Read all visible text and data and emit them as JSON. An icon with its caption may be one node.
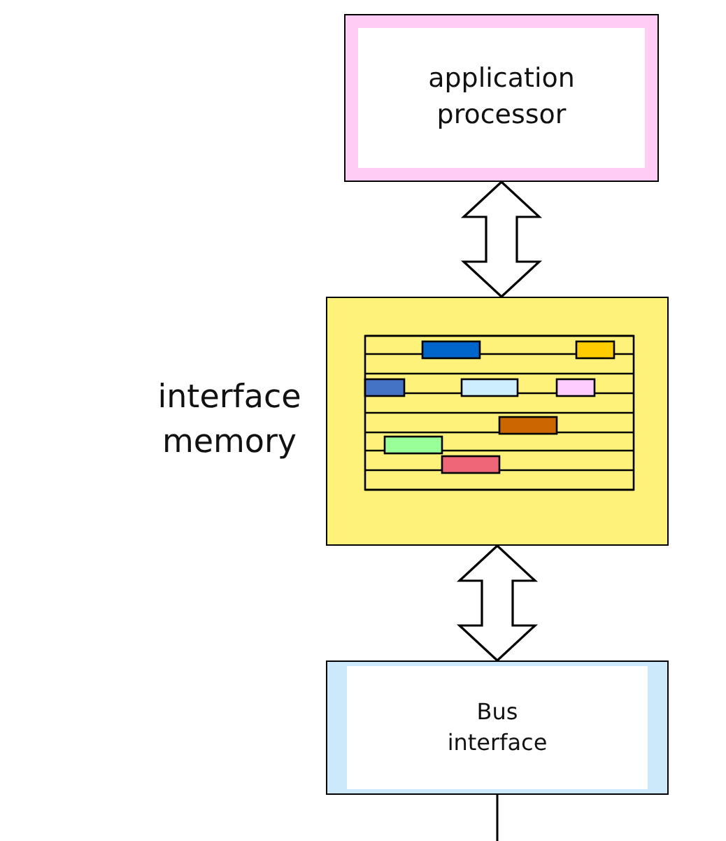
{
  "diagram": {
    "nodes": [
      {
        "text": [
          "application processor"
        ]
      },
      {
        "text": [],
        "shape": "box",
        "beside": [
          "interface memory"
        ]
      },
      {
        "text": [
          "Bus interface"
        ]
      }
    ],
    "edges": [
      {
        "from": 0,
        "to": 1,
        "arrow": "both",
        "style": "thick"
      },
      {
        "from": 1,
        "to": 2,
        "arrow": "both",
        "style": "thick"
      },
      {
        "from": 2,
        "to": null,
        "arrow": "none"
      }
    ]
  }
}
